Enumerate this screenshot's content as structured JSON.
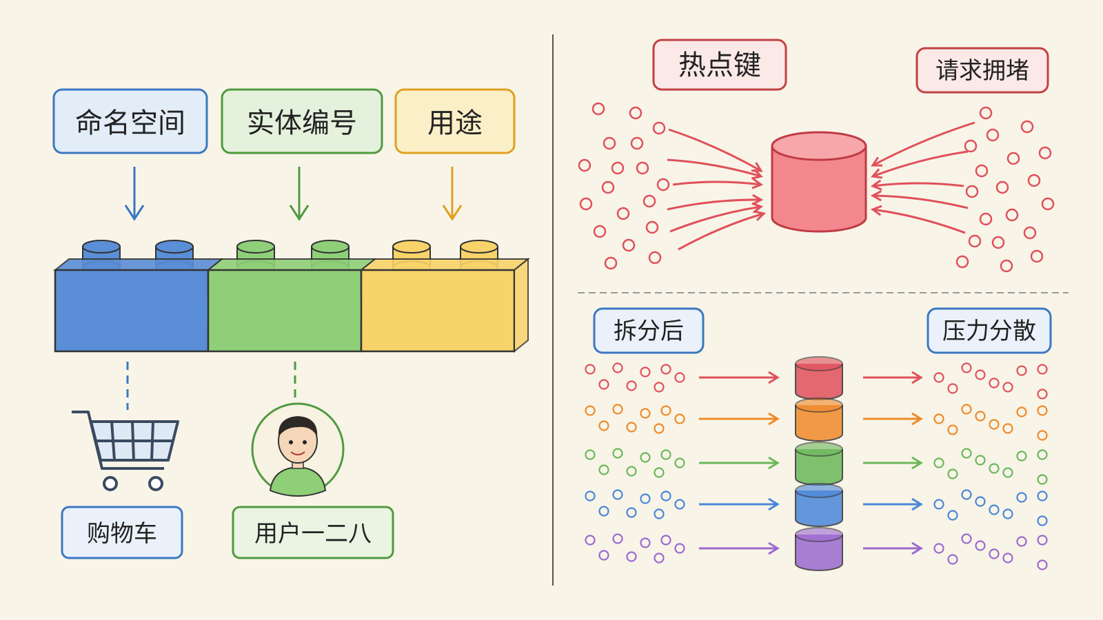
{
  "left": {
    "tags": [
      {
        "text": "命名空间",
        "color": "#3a78c0",
        "fill": "#e3edf8"
      },
      {
        "text": "实体编号",
        "color": "#4f9a3e",
        "fill": "#e4f1dc"
      },
      {
        "text": "用途",
        "color": "#e0a020",
        "fill": "#fbefc8"
      }
    ],
    "blocks": [
      {
        "color": "#5a8ed6"
      },
      {
        "color": "#8fcf78"
      },
      {
        "color": "#f7d36a"
      }
    ],
    "cart_label": "购物车",
    "user_label": "用户一二八"
  },
  "right": {
    "top_labels": {
      "left": "热点键",
      "right": "请求拥堵"
    },
    "bottom_labels": {
      "left": "拆分后",
      "right": "压力分散"
    },
    "hot_color": "#e0505a",
    "shard_colors": [
      "#e0505a",
      "#ef8a2a",
      "#6bb85a",
      "#4a86d8",
      "#9b6ad0"
    ]
  }
}
